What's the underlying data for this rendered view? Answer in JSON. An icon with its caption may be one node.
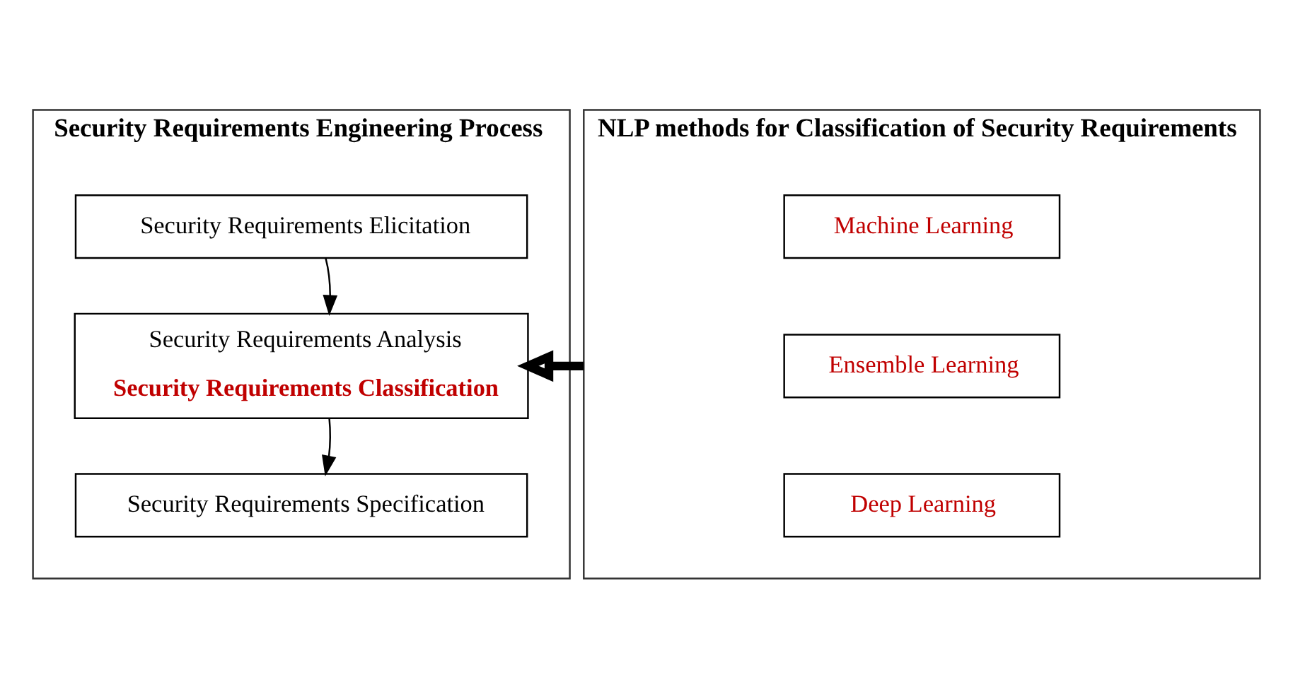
{
  "diagram": {
    "nodes": [
      {
        "text": [
          "Security Requirements Engineering Process"
        ]
      },
      {
        "text": [
          "Security Requirements Elicitation"
        ],
        "in": 0
      },
      {
        "text": [
          "Security Requirements Analysis",
          "Security Requirements Classification"
        ],
        "in": 0
      },
      {
        "text": [
          "Security Requirements Specification"
        ],
        "in": 0
      },
      {
        "text": [
          "NLP methods for Classification of Security Requirements"
        ]
      },
      {
        "text": [
          "Machine Learning"
        ],
        "in": 4
      },
      {
        "text": [
          "Ensemble Learning"
        ],
        "in": 4
      },
      {
        "text": [
          "Deep Learning"
        ],
        "in": 4
      }
    ],
    "edges": [
      {
        "from": 1,
        "to": 2,
        "arrow": "to"
      },
      {
        "from": 2,
        "to": 3,
        "arrow": "to"
      },
      {
        "from": 4,
        "to": 2,
        "arrow": "to",
        "style": "thick"
      }
    ]
  }
}
